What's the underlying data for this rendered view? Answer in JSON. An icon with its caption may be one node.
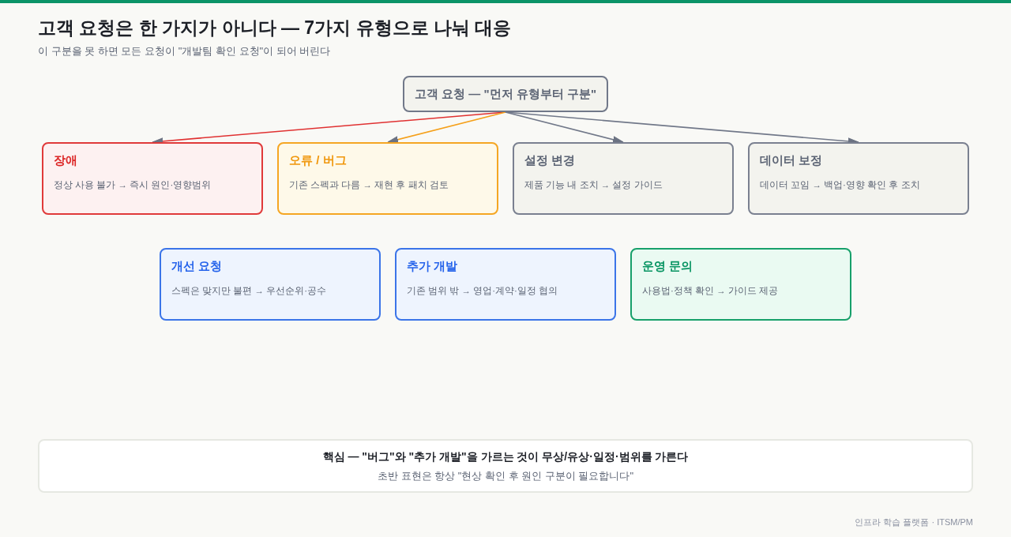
{
  "diagram": {
    "title": "고객 요청은 한 가지가 아니다 — 7가지 유형으로 나눠 대응",
    "nodes": [
      {
        "text": [
          "고객 요청 — \"먼저 유형부터 구분\""
        ]
      },
      {
        "text": [
          "장애",
          "정상 사용 불가 → 즉시 원인·영향범위"
        ]
      },
      {
        "text": [
          "오류 / 버그",
          "기존 스펙과 다름 → 재현 후 패치 검토"
        ]
      },
      {
        "text": [
          "설정 변경",
          "제품 기능 내 조치 → 설정 가이드"
        ]
      },
      {
        "text": [
          "데이터 보정",
          "데이터 꼬임 → 백업·영향 확인 후 조치"
        ]
      },
      {
        "text": [
          "개선 요청",
          "스펙은 맞지만 불편 → 우선순위·공수"
        ]
      },
      {
        "text": [
          "추가 개발",
          "기존 범위 밖 → 영업·계약·일정 협의"
        ]
      },
      {
        "text": [
          "운영 문의",
          "사용법·정책 확인 → 가이드 제공"
        ]
      },
      {
        "text": [
          "핵심 — \"버그\"와 \"추가 개발\"을 가르는 것이 무상/유상·일정·범위를 가른다",
          "초반 표현은 항상 \"현상 확인 후 원인 구분이 필요합니다\""
        ]
      }
    ],
    "edges": [
      {
        "from": 0,
        "to": 1,
        "arrow": "to",
        "color": "#e03131"
      },
      {
        "from": 0,
        "to": 2,
        "arrow": "to",
        "color": "#f5a01a"
      },
      {
        "from": 0,
        "to": 3,
        "arrow": "to"
      },
      {
        "from": 0,
        "to": 4,
        "arrow": "to"
      }
    ],
    "labels": [
      "이 구분을 못 하면 모든 요청이 \"개발팀 확인 요청\"이 되어 버린다",
      "인프라 학습 플랫폼 · ITSM/PM"
    ]
  }
}
